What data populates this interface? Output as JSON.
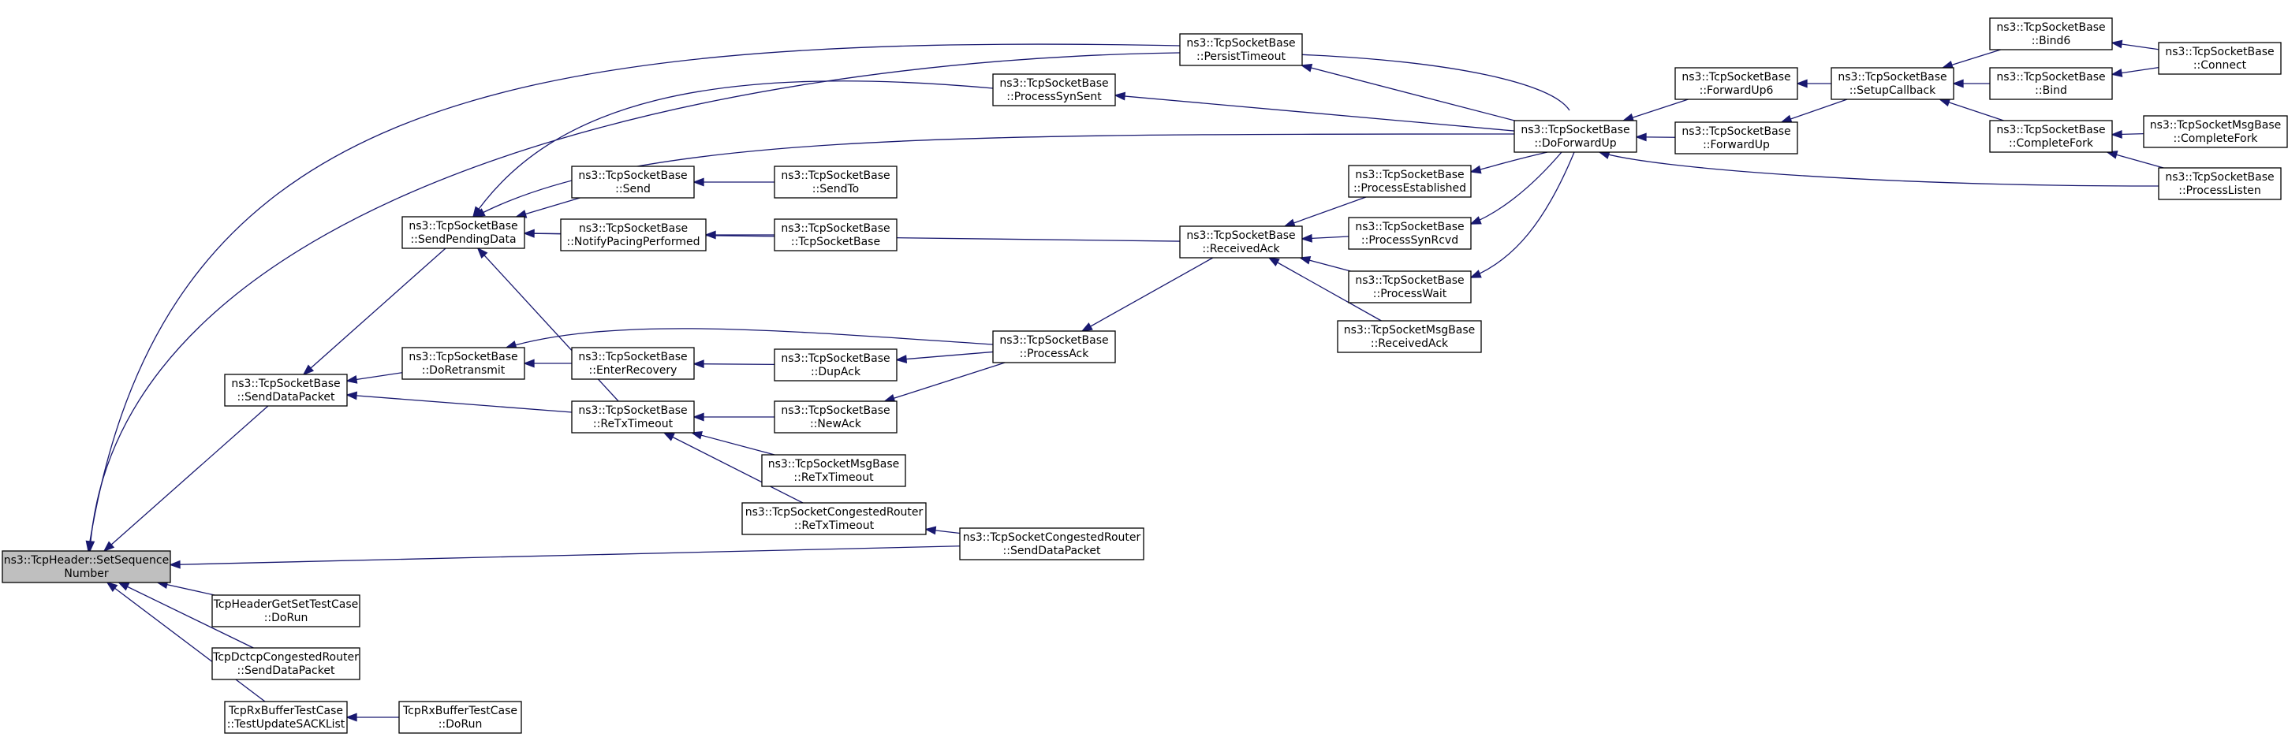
{
  "colors": {
    "edge": "#191970",
    "node_fill": "#ffffff",
    "focus_fill": "#bfbfbf",
    "node_border": "#000000"
  },
  "nodes": [
    {
      "id": "root",
      "line1": "ns3::TcpHeader::SetSequence",
      "line2": "Number",
      "focus": true
    },
    {
      "id": "sdp",
      "line1": "ns3::TcpSocketBase",
      "line2": "::SendDataPacket"
    },
    {
      "id": "hdrrun",
      "line1": "TcpHeaderGetSetTestCase",
      "line2": "::DoRun"
    },
    {
      "id": "dctcp",
      "line1": "TcpDctcpCongestedRouter",
      "line2": "::SendDataPacket"
    },
    {
      "id": "rxbuf",
      "line1": "TcpRxBufferTestCase",
      "line2": "::TestUpdateSACKList"
    },
    {
      "id": "rxrun",
      "line1": "TcpRxBufferTestCase",
      "line2": "::DoRun"
    },
    {
      "id": "spd",
      "line1": "ns3::TcpSocketBase",
      "line2": "::SendPendingData"
    },
    {
      "id": "doretx",
      "line1": "ns3::TcpSocketBase",
      "line2": "::DoRetransmit"
    },
    {
      "id": "send",
      "line1": "ns3::TcpSocketBase",
      "line2": "::Send"
    },
    {
      "id": "notify",
      "line1": "ns3::TcpSocketBase",
      "line2": "::NotifyPacingPerformed"
    },
    {
      "id": "enterrec",
      "line1": "ns3::TcpSocketBase",
      "line2": "::EnterRecovery"
    },
    {
      "id": "retxto",
      "line1": "ns3::TcpSocketBase",
      "line2": "::ReTxTimeout"
    },
    {
      "id": "sendto",
      "line1": "ns3::TcpSocketBase",
      "line2": "::SendTo"
    },
    {
      "id": "ctor",
      "line1": "ns3::TcpSocketBase",
      "line2": "::TcpSocketBase"
    },
    {
      "id": "dupack",
      "line1": "ns3::TcpSocketBase",
      "line2": "::DupAck"
    },
    {
      "id": "newack",
      "line1": "ns3::TcpSocketBase",
      "line2": "::NewAck"
    },
    {
      "id": "msgretx",
      "line1": "ns3::TcpSocketMsgBase",
      "line2": "::ReTxTimeout"
    },
    {
      "id": "crretx",
      "line1": "ns3::TcpSocketCongestedRouter",
      "line2": "::ReTxTimeout"
    },
    {
      "id": "psent",
      "line1": "ns3::TcpSocketBase",
      "line2": "::ProcessSynSent"
    },
    {
      "id": "procack",
      "line1": "ns3::TcpSocketBase",
      "line2": "::ProcessAck"
    },
    {
      "id": "crsdp",
      "line1": "ns3::TcpSocketCongestedRouter",
      "line2": "::SendDataPacket"
    },
    {
      "id": "persist",
      "line1": "ns3::TcpSocketBase",
      "line2": "::PersistTimeout"
    },
    {
      "id": "recvack",
      "line1": "ns3::TcpSocketBase",
      "line2": "::ReceivedAck"
    },
    {
      "id": "pest",
      "line1": "ns3::TcpSocketBase",
      "line2": "::ProcessEstablished"
    },
    {
      "id": "prcvd",
      "line1": "ns3::TcpSocketBase",
      "line2": "::ProcessSynRcvd"
    },
    {
      "id": "pwait",
      "line1": "ns3::TcpSocketBase",
      "line2": "::ProcessWait"
    },
    {
      "id": "msgrack",
      "line1": "ns3::TcpSocketMsgBase",
      "line2": "::ReceivedAck"
    },
    {
      "id": "dfu",
      "line1": "ns3::TcpSocketBase",
      "line2": "::DoForwardUp"
    },
    {
      "id": "fu6",
      "line1": "ns3::TcpSocketBase",
      "line2": "::ForwardUp6"
    },
    {
      "id": "fu",
      "line1": "ns3::TcpSocketBase",
      "line2": "::ForwardUp"
    },
    {
      "id": "setcb",
      "line1": "ns3::TcpSocketBase",
      "line2": "::SetupCallback"
    },
    {
      "id": "bind6",
      "line1": "ns3::TcpSocketBase",
      "line2": "::Bind6"
    },
    {
      "id": "bind",
      "line1": "ns3::TcpSocketBase",
      "line2": "::Bind"
    },
    {
      "id": "cfork",
      "line1": "ns3::TcpSocketBase",
      "line2": "::CompleteFork"
    },
    {
      "id": "connect",
      "line1": "ns3::TcpSocketBase",
      "line2": "::Connect"
    },
    {
      "id": "msgcfork",
      "line1": "ns3::TcpSocketMsgBase",
      "line2": "::CompleteFork"
    },
    {
      "id": "plisten",
      "line1": "ns3::TcpSocketBase",
      "line2": "::ProcessListen"
    }
  ],
  "edges": [
    {
      "from": "sdp",
      "to": "root"
    },
    {
      "from": "hdrrun",
      "to": "root"
    },
    {
      "from": "dctcp",
      "to": "root"
    },
    {
      "from": "rxbuf",
      "to": "root"
    },
    {
      "from": "crsdp",
      "to": "root"
    },
    {
      "from": "persist",
      "to": "root"
    },
    {
      "from": "dfu",
      "to": "root"
    },
    {
      "from": "rxrun",
      "to": "rxbuf"
    },
    {
      "from": "spd",
      "to": "sdp"
    },
    {
      "from": "doretx",
      "to": "sdp"
    },
    {
      "from": "retxto",
      "to": "sdp"
    },
    {
      "from": "send",
      "to": "spd"
    },
    {
      "from": "notify",
      "to": "spd"
    },
    {
      "from": "retxto",
      "to": "spd"
    },
    {
      "from": "psent",
      "to": "spd"
    },
    {
      "from": "dfu",
      "to": "spd"
    },
    {
      "from": "recvack",
      "to": "spd"
    },
    {
      "from": "enterrec",
      "to": "doretx"
    },
    {
      "from": "procack",
      "to": "doretx"
    },
    {
      "from": "sendto",
      "to": "send"
    },
    {
      "from": "ctor",
      "to": "notify"
    },
    {
      "from": "dupack",
      "to": "enterrec"
    },
    {
      "from": "newack",
      "to": "retxto"
    },
    {
      "from": "msgretx",
      "to": "retxto"
    },
    {
      "from": "crretx",
      "to": "retxto"
    },
    {
      "from": "procack",
      "to": "dupack"
    },
    {
      "from": "procack",
      "to": "newack"
    },
    {
      "from": "crsdp",
      "to": "crretx"
    },
    {
      "from": "recvack",
      "to": "procack"
    },
    {
      "from": "dfu",
      "to": "psent"
    },
    {
      "from": "dfu",
      "to": "persist"
    },
    {
      "from": "pest",
      "to": "recvack"
    },
    {
      "from": "prcvd",
      "to": "recvack"
    },
    {
      "from": "pwait",
      "to": "recvack"
    },
    {
      "from": "msgrack",
      "to": "recvack"
    },
    {
      "from": "dfu",
      "to": "pest"
    },
    {
      "from": "dfu",
      "to": "prcvd"
    },
    {
      "from": "dfu",
      "to": "pwait"
    },
    {
      "from": "fu6",
      "to": "dfu"
    },
    {
      "from": "fu",
      "to": "dfu"
    },
    {
      "from": "plisten",
      "to": "dfu"
    },
    {
      "from": "setcb",
      "to": "fu6"
    },
    {
      "from": "setcb",
      "to": "fu"
    },
    {
      "from": "bind6",
      "to": "setcb"
    },
    {
      "from": "bind",
      "to": "setcb"
    },
    {
      "from": "cfork",
      "to": "setcb"
    },
    {
      "from": "connect",
      "to": "bind6"
    },
    {
      "from": "connect",
      "to": "bind"
    },
    {
      "from": "msgcfork",
      "to": "cfork"
    },
    {
      "from": "plisten",
      "to": "cfork"
    }
  ]
}
